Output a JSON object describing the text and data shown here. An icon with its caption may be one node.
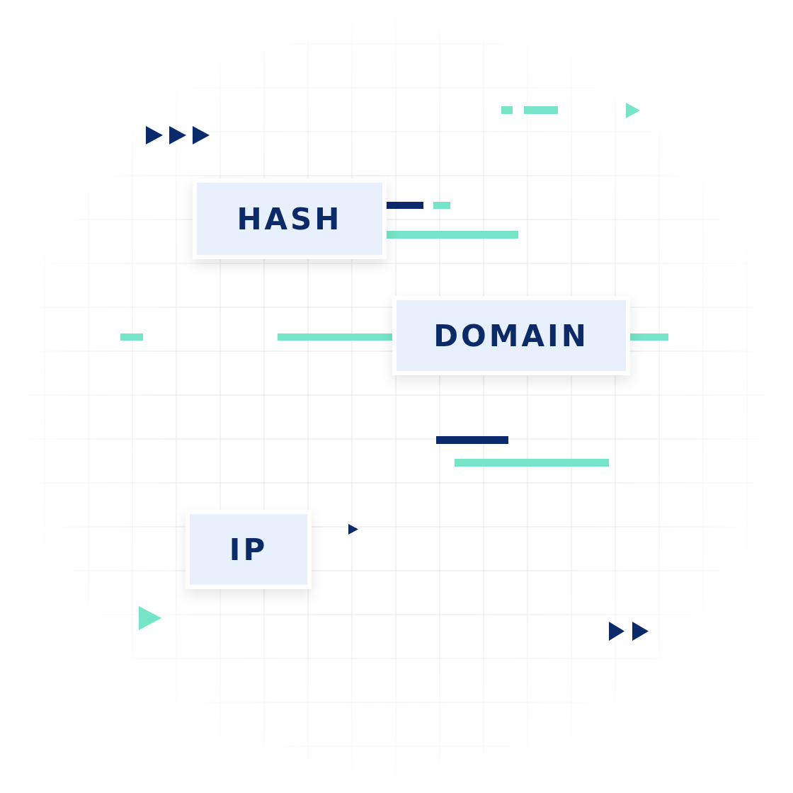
{
  "diagram": {
    "nodes": [
      {
        "text": [
          "HASH"
        ]
      },
      {
        "text": [
          "DOMAIN"
        ]
      },
      {
        "text": [
          "IP"
        ]
      }
    ]
  }
}
